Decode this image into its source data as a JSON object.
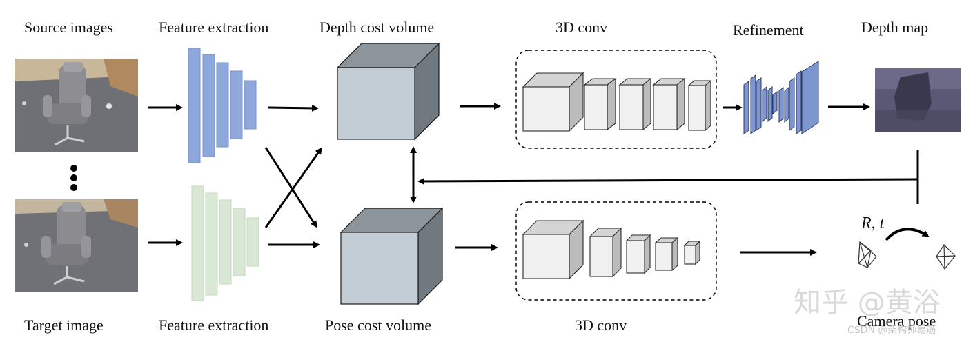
{
  "labels": {
    "source_images": "Source images",
    "feature_extraction_top": "Feature extraction",
    "depth_cost_volume": "Depth cost volume",
    "conv3d_top": "3D conv",
    "refinement": "Refinement",
    "depth_map": "Depth map",
    "target_image": "Target image",
    "feature_extraction_bottom": "Feature extraction",
    "pose_cost_volume": "Pose cost volume",
    "conv3d_bottom": "3D conv",
    "camera_pose": "Camera pose",
    "pose_symbols": "R, t"
  },
  "watermark": {
    "main": "知乎 @黄浴",
    "small": "CSDN @架构师易筋"
  },
  "colors": {
    "feature_top": "#8fa8db",
    "feature_bottom": "#d8e8d4",
    "cost_volume_front": "#c3cdd6",
    "cost_volume_top": "#8c949c",
    "cost_volume_side": "#707880",
    "conv_front": "#f1f1f1",
    "conv_top": "#d4d4d4",
    "conv_side": "#bcbcbc",
    "refinement": "#7e96d0",
    "depth_map_bg": "#4a4860"
  }
}
